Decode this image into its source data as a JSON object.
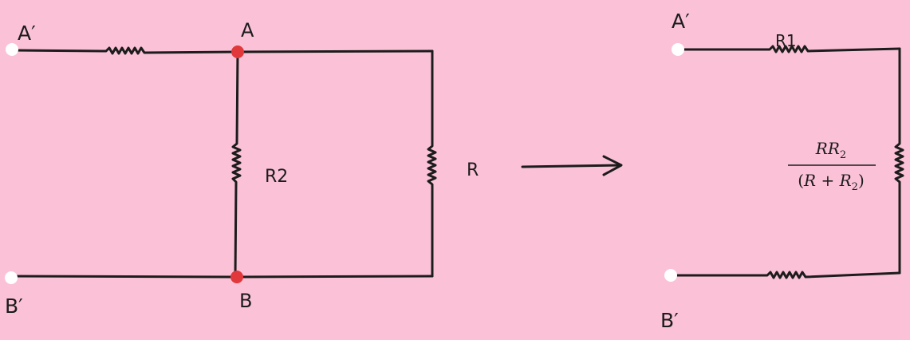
{
  "background": "#fbc2d7",
  "wire_color": "#1c1c1c",
  "node_color_red": "#e0383b",
  "terminal_color": "#ffffff",
  "left_circuit": {
    "terminal_top": "A′",
    "terminal_bottom": "B′",
    "node_top": "A",
    "node_bottom": "B",
    "resistor_middle": "R2",
    "resistor_right": "R"
  },
  "right_circuit": {
    "terminal_top": "A′",
    "terminal_bottom": "B′",
    "resistor_top": "R1",
    "equivalent": {
      "numerator_var": "R",
      "numerator_sub_base": "R",
      "numerator_sub": "2",
      "denominator_open": "(",
      "denominator_r": "R",
      "denominator_plus": " + ",
      "denominator_sub_base": "R",
      "denominator_sub": "2",
      "denominator_close": ")"
    }
  }
}
